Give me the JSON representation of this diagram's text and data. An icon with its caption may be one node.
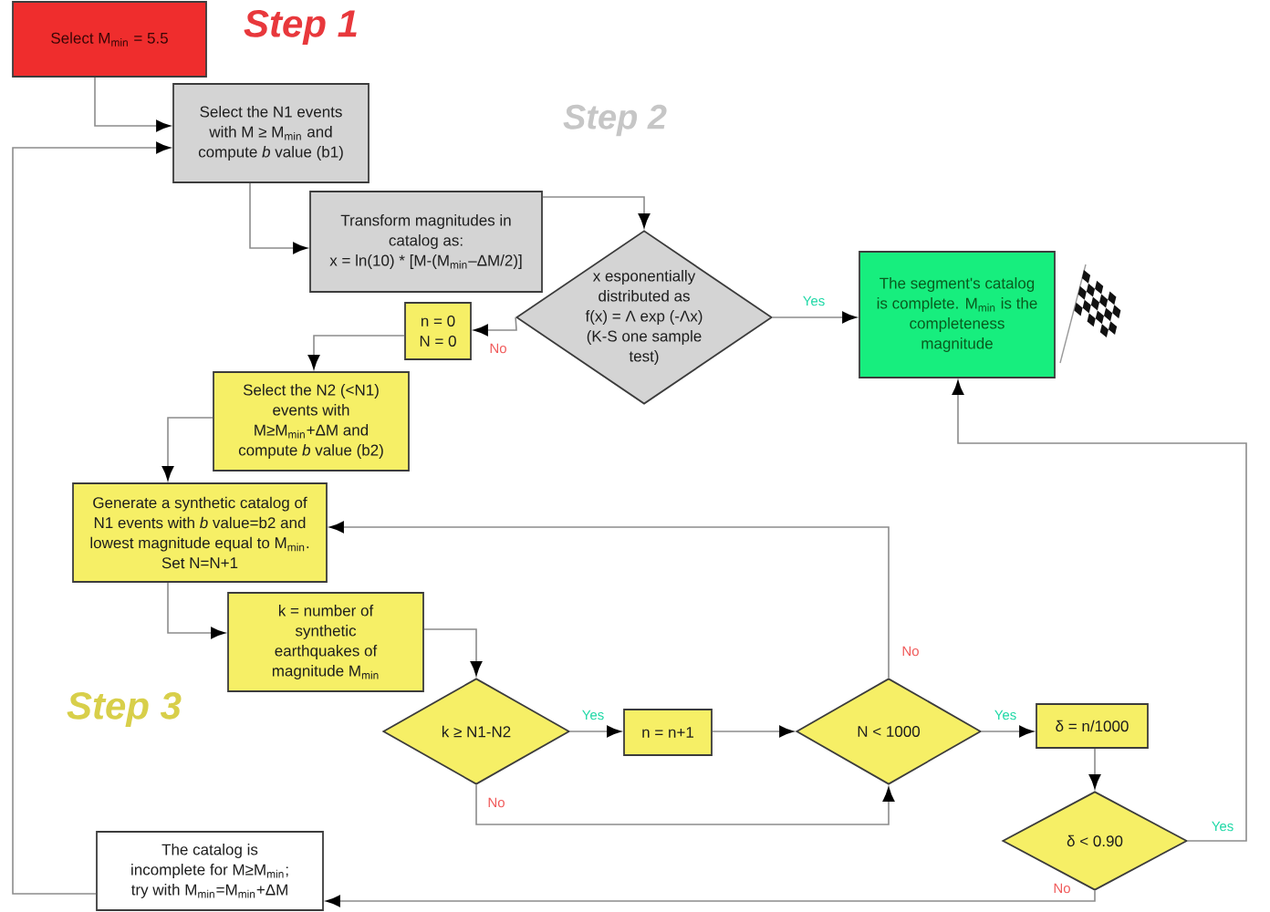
{
  "diagram": {
    "nodes": [
      {
        "text": [
          "Select M$_{min}$ = 5.5"
        ]
      },
      {
        "text": [
          "Select the N1 events with M ≥ M$_{min}$ and compute *b* value (b1)"
        ]
      },
      {
        "text": [
          "Transform magnitudes in catalog as:",
          "x = ln(10) * [M-(M$_{min}$–ΔM/2)]"
        ]
      },
      {
        "text": [
          "x esponentially distributed as",
          "f(x) = Λ exp (-Λx)",
          "(K-S one sample test)"
        ]
      },
      {
        "text": [
          "The segment's catalog is complete. M$_{min}$ is the completeness magnitude"
        ]
      },
      {
        "text": [
          "n = 0",
          "N = 0"
        ]
      },
      {
        "text": [
          "Select the N2 (<N1) events with M≥M$_{min}$+ΔM and compute *b* value (b2)"
        ]
      },
      {
        "text": [
          "Generate a synthetic catalog of N1 events with *b* value=b2 and lowest magnitude equal to M$_{min}$. Set N=N+1"
        ]
      },
      {
        "text": [
          "k = number of synthetic earthquakes of magnitude M$_{min}$"
        ]
      },
      {
        "text": [
          "k ≥ N1-N2"
        ]
      },
      {
        "text": [
          "n = n+1"
        ]
      },
      {
        "text": [
          "N < 1000"
        ]
      },
      {
        "text": [
          "δ = n/1000"
        ]
      },
      {
        "text": [
          "δ < 0.90"
        ]
      },
      {
        "text": [
          "The catalog is incomplete for M≥M$_{min}$; try with M$_{min}$=M$_{min}$+ΔM"
        ]
      }
    ],
    "edges": [
      {
        "from": 0,
        "to": 1,
        "arrow": "to"
      },
      {
        "from": 14,
        "to": 1,
        "arrow": "to"
      },
      {
        "from": 1,
        "to": 2,
        "arrow": "to"
      },
      {
        "from": 2,
        "to": 3,
        "arrow": "to"
      },
      {
        "from": 3,
        "to": 4,
        "arrow": "to",
        "label": "Yes"
      },
      {
        "from": 3,
        "to": 5,
        "arrow": "to",
        "label": "No"
      },
      {
        "from": 5,
        "to": 6,
        "arrow": "to"
      },
      {
        "from": 6,
        "to": 7,
        "arrow": "to"
      },
      {
        "from": 7,
        "to": 8,
        "arrow": "to"
      },
      {
        "from": 8,
        "to": 9,
        "arrow": "to"
      },
      {
        "from": 9,
        "to": 10,
        "arrow": "to",
        "label": "Yes"
      },
      {
        "from": 9,
        "to": 11,
        "arrow": "to",
        "label": "No"
      },
      {
        "from": 10,
        "to": 11,
        "arrow": "to"
      },
      {
        "from": 11,
        "to": 12,
        "arrow": "to",
        "label": "Yes"
      },
      {
        "from": 11,
        "to": 7,
        "arrow": "to",
        "label": "No"
      },
      {
        "from": 12,
        "to": 13,
        "arrow": "to"
      },
      {
        "from": 13,
        "to": 4,
        "arrow": "to",
        "label": "Yes"
      },
      {
        "from": 13,
        "to": 14,
        "arrow": "to",
        "label": "No"
      }
    ],
    "labels": [
      "Step 1",
      "Step 2",
      "Step 3"
    ]
  }
}
